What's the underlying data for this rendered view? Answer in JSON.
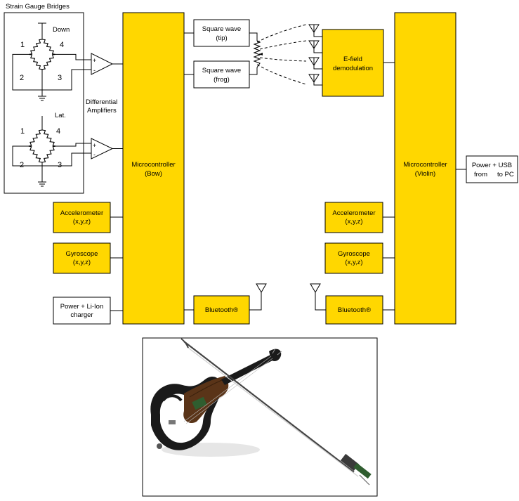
{
  "colors": {
    "accent": "#FFD700",
    "stroke": "#000000",
    "background": "#ffffff"
  },
  "strain": {
    "title": "Strain Gauge Bridges",
    "bridge1": {
      "label": "Down",
      "r1": "1",
      "r2": "2",
      "r3": "3",
      "r4": "4"
    },
    "bridge2": {
      "label": "Lat.",
      "r1": "1",
      "r2": "2",
      "r3": "3",
      "r4": "4"
    }
  },
  "amp": {
    "line1": "Differential",
    "line2": "Amplifiers",
    "plus": "+",
    "minus": "-"
  },
  "bow": {
    "mcu_line1": "Microcontroller",
    "mcu_line2": "(Bow)",
    "accel_line1": "Accelerometer",
    "accel_line2": "(x,y,z)",
    "gyro_line1": "Gyroscope",
    "gyro_line2": "(x,y,z)",
    "power_line1": "Power + Li-Ion",
    "power_line2": "charger",
    "bluetooth": "Bluetooth®"
  },
  "sq_tip": {
    "line1": "Square wave",
    "line2": "(tip)"
  },
  "sq_frog": {
    "line1": "Square wave",
    "line2": "(frog)"
  },
  "efield": {
    "line1": "E-field",
    "line2": "demodulation"
  },
  "violin": {
    "mcu_line1": "Microcontroller",
    "mcu_line2": "(Violin)",
    "accel_line1": "Accelerometer",
    "accel_line2": "(x,y,z)",
    "gyro_line1": "Gyroscope",
    "gyro_line2": "(x,y,z)",
    "bluetooth": "Bluetooth®"
  },
  "usb": {
    "line1": "Power + USB",
    "line2a": "from",
    "line2b": "to PC"
  },
  "photo": {
    "subject": "electric violin with bow"
  }
}
